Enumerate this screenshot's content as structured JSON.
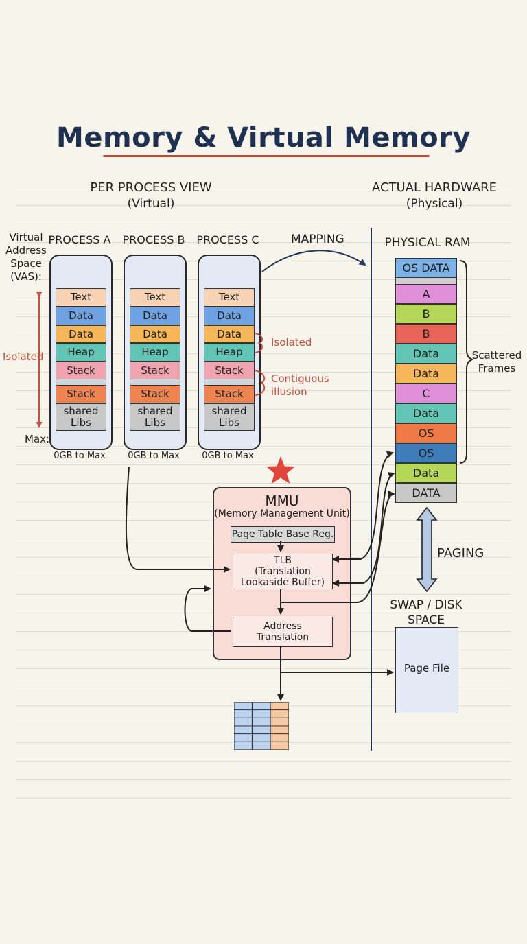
{
  "title": "Memory & Virtual Memory",
  "virtual_side": {
    "heading": "PER PROCESS VIEW",
    "subheading": "(Virtual)"
  },
  "physical_side": {
    "heading": "ACTUAL HARDWARE",
    "subheading": "(Physical)"
  },
  "vas_label": [
    "Virtual",
    "Address",
    "Space",
    "(VAS):"
  ],
  "isolated_left": "Isolated",
  "max_label": "Max:",
  "mapping_label": "MAPPING",
  "processes": [
    {
      "name": "PROCESS A",
      "range": "0GB to Max"
    },
    {
      "name": "PROCESS B",
      "range": "0GB to Max"
    },
    {
      "name": "PROCESS C",
      "range": "0GB to Max"
    }
  ],
  "segments": [
    {
      "label": "Text",
      "color": "#f8d2b4"
    },
    {
      "label": "Data",
      "color": "#6fa2e2"
    },
    {
      "label": "Data",
      "color": "#f6b65a"
    },
    {
      "label": "Heap",
      "color": "#62c4b4"
    },
    {
      "label": "Stack",
      "color": "#f0a4b0"
    },
    {
      "label": "Stack",
      "color": "#ef8450"
    },
    {
      "label": "shared Libs",
      "color": "#c8c8c8"
    }
  ],
  "annotations": {
    "isolated": "Isolated",
    "contiguous": [
      "Contiguous",
      "illusion"
    ]
  },
  "ram": {
    "title": "PHYSICAL RAM",
    "cells": [
      {
        "label": "OS DATA",
        "color": "#7eb2e6"
      },
      {
        "label": "A",
        "color": "#df90d8"
      },
      {
        "label": "B",
        "color": "#b4d75a"
      },
      {
        "label": "B",
        "color": "#e9645a"
      },
      {
        "label": "Data",
        "color": "#62c4b4"
      },
      {
        "label": "Data",
        "color": "#f6b65a"
      },
      {
        "label": "C",
        "color": "#df90d8"
      },
      {
        "label": "Data",
        "color": "#62c4b4"
      },
      {
        "label": "OS",
        "color": "#ef7a46"
      },
      {
        "label": "OS",
        "color": "#3f7dba"
      },
      {
        "label": "Data",
        "color": "#b4d75a"
      },
      {
        "label": "DATA",
        "color": "#c8c8c8"
      }
    ],
    "scattered": [
      "Scattered",
      "Frames"
    ]
  },
  "paging_label": "PAGING",
  "swap": {
    "title": [
      "SWAP / DISK SPACE",
      "SPACE"
    ],
    "page_file": "Page File"
  },
  "mmu": {
    "title": "MMU",
    "subtitle": "(Memory Management Unit)",
    "ptbr": "Page Table Base Reg.",
    "tlb": [
      "TLB",
      "(Translation",
      "Lookaside Buffer)"
    ],
    "translation": [
      "Address",
      "Translation"
    ]
  },
  "colors": {
    "accent_red": "#c0543f",
    "title_blue": "#1f3150",
    "star": "#e0453a"
  }
}
